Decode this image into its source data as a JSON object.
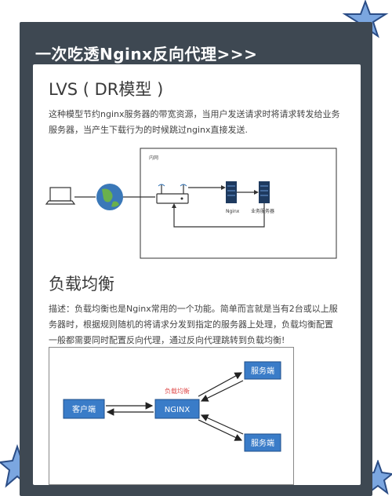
{
  "header": {
    "title": "一次吃透Nginx反向代理>>>"
  },
  "lvs": {
    "heading": "LVS ( DR模型 )",
    "line1": "这种模型节约nginx服务器的带宽资源，当用户发送请求时将请求转发给业务",
    "line2": "服务器，当产生下载行为的时候跳过nginx直接发送."
  },
  "diagram1": {
    "zone_label": "内网",
    "nginx_label": "Nginx",
    "biz_label": "业务服务器"
  },
  "lb": {
    "heading": "负载均衡",
    "line1": "描述：负载均衡也是Nginx常用的一个功能。简单而言就是当有2台或以上服",
    "line2": "务器时，根据规则随机的将请求分发到指定的服务器上处理，负载均衡配置",
    "line3": "一般都需要同时配置反向代理，通过反向代理跳转到负载均衡!"
  },
  "diagram2": {
    "client": "客户端",
    "nginx": "NGINX",
    "caption": "负载均衡",
    "server1": "服务端",
    "server2": "服务端"
  },
  "colors": {
    "frame": "#3e4852",
    "box_blue": "#3a7cc8",
    "caption_red": "#e05050",
    "star_blue": "#6a9ad8"
  }
}
